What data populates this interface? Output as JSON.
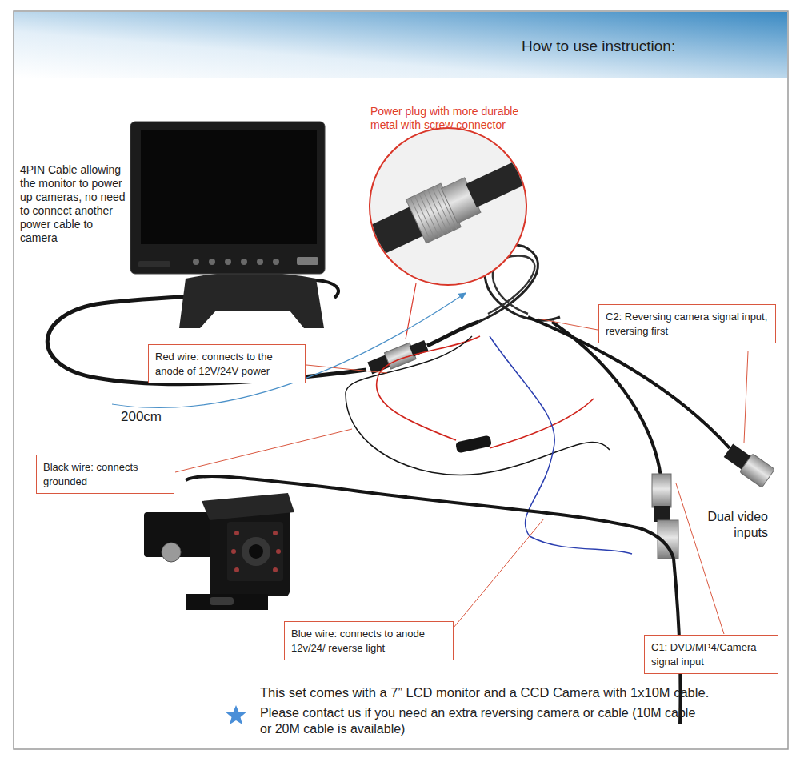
{
  "diagram": {
    "title": "How to use instruction:",
    "nodes": [
      {
        "text": [
          "C2: Reversing camera signal input, reversing first"
        ]
      },
      {
        "text": [
          "Red wire: connects to the anode of 12V/24V power"
        ]
      },
      {
        "text": [
          "Black wire: connects grounded"
        ]
      },
      {
        "text": [
          "Blue wire: connects to anode 12v/24/ reverse light"
        ]
      },
      {
        "text": [
          "C1: DVD/MP4/Camera signal input"
        ]
      }
    ],
    "labels": [
      "Power plug with more durable metal with screw connector",
      "4PIN Cable allowing the monitor to power up cameras, no need to connect another power cable to camera",
      "200cm",
      "Dual video inputs",
      "This set comes with a 7” LCD monitor and a CCD Camera with 1x10M cable.",
      "Please contact us if you need an extra reversing camera or cable (10M cable or 20M cable is available)"
    ]
  }
}
